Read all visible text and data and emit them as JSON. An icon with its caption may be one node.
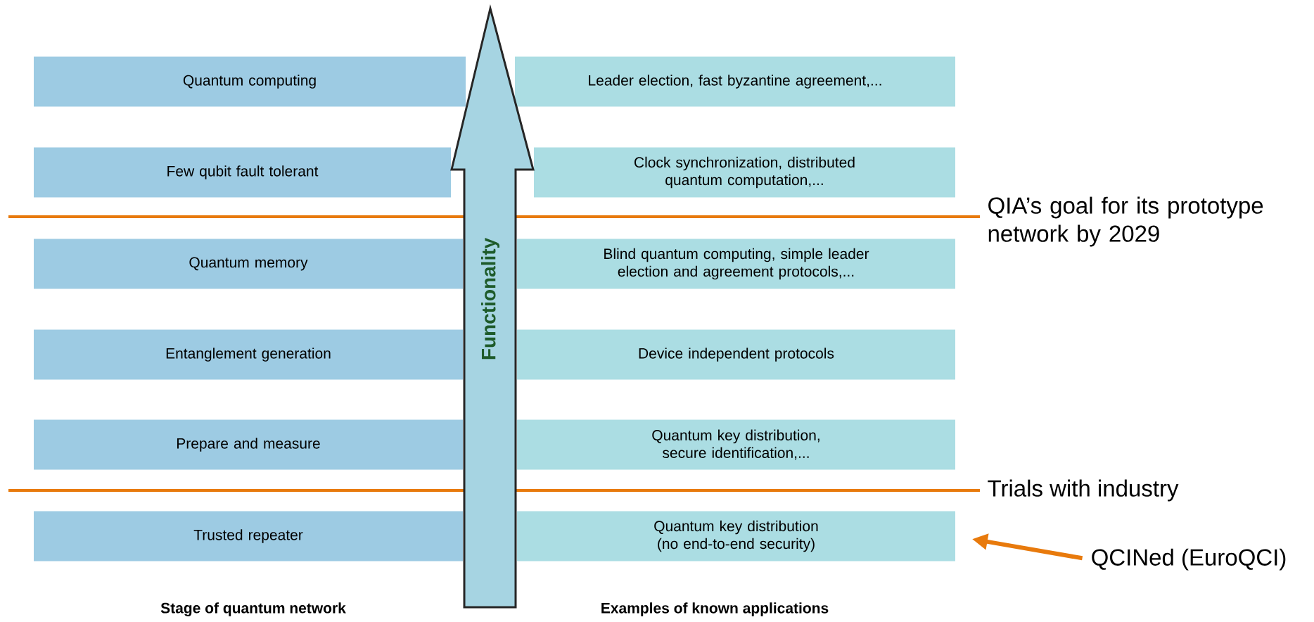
{
  "diagram": {
    "nodes": [
      {
        "text": [
          "Quantum computing"
        ]
      },
      {
        "text": [
          "Leader election, fast byzantine agreement,..."
        ]
      },
      {
        "text": [
          "Few qubit fault tolerant"
        ]
      },
      {
        "text": [
          "Clock synchronization, distributed quantum computation,..."
        ]
      },
      {
        "text": [
          "Quantum memory"
        ]
      },
      {
        "text": [
          "Blind quantum computing, simple leader election and agreement protocols,..."
        ]
      },
      {
        "text": [
          "Entanglement generation"
        ]
      },
      {
        "text": [
          "Device independent protocols"
        ]
      },
      {
        "text": [
          "Prepare and measure"
        ]
      },
      {
        "text": [
          "Quantum key distribution, secure identification,..."
        ]
      },
      {
        "text": [
          "Trusted repeater"
        ]
      },
      {
        "text": [
          "Quantum key distribution (no end-to-end security)"
        ]
      },
      {
        "text": [
          "Functionality"
        ]
      },
      {
        "text": [
          "QCINed (EuroQCI)"
        ]
      }
    ],
    "edges": [
      {
        "from": 13,
        "to": 11,
        "arrow": "to"
      }
    ],
    "labels": [
      "QIA’s goal for its prototype network by 2029",
      "Trials with industry",
      "Stage of quantum network",
      "Examples of known applications"
    ]
  }
}
